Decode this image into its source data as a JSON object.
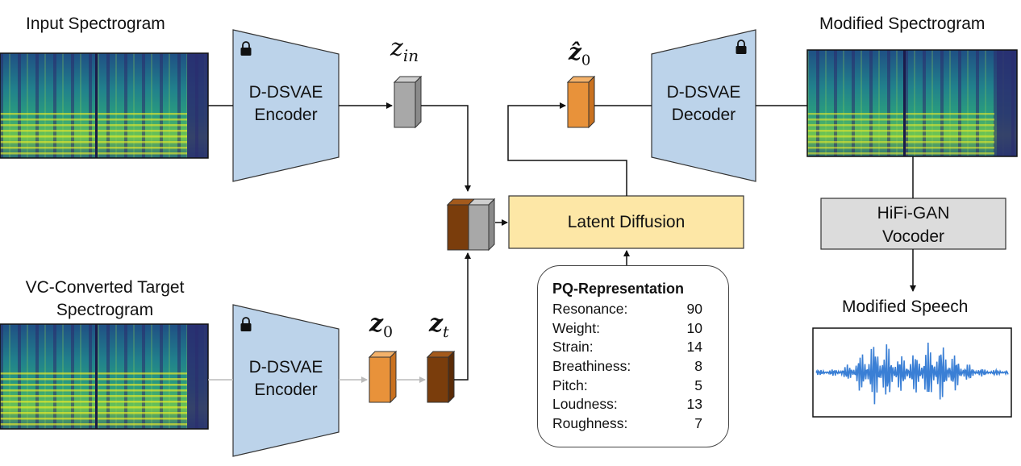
{
  "labels": {
    "input_spectrogram": "Input Spectrogram",
    "target_spectrogram_line1": "VC-Converted Target",
    "target_spectrogram_line2": "Spectrogram",
    "modified_spectrogram": "Modified Spectrogram",
    "modified_speech": "Modified Speech"
  },
  "blocks": {
    "encoder_top_line1": "D-DSVAE",
    "encoder_top_line2": "Encoder",
    "encoder_bottom_line1": "D-DSVAE",
    "encoder_bottom_line2": "Encoder",
    "decoder_line1": "D-DSVAE",
    "decoder_line2": "Decoder",
    "latent_diffusion": "Latent Diffusion",
    "vocoder_line1": "HiFi-GAN",
    "vocoder_line2": "Vocoder"
  },
  "latents": {
    "z_in": "z",
    "z_in_sub": "in",
    "z0_hat": "ẑ",
    "z0_hat_sub": "0",
    "z0": "z",
    "z0_sub": "0",
    "zt": "z",
    "zt_sub": "t"
  },
  "pq": {
    "title": "PQ-Representation",
    "rows": [
      {
        "name": "Resonance:",
        "value": "90"
      },
      {
        "name": "Weight:",
        "value": "10"
      },
      {
        "name": "Strain:",
        "value": "14"
      },
      {
        "name": "Breathiness:",
        "value": "8"
      },
      {
        "name": "Pitch:",
        "value": "5"
      },
      {
        "name": "Loudness:",
        "value": "13"
      },
      {
        "name": "Roughness:",
        "value": "7"
      }
    ]
  },
  "colors": {
    "block_blue": "#bcd3ea",
    "diffusion_yellow": "#fde7a6",
    "vocoder_gray": "#dcdcdc",
    "latent_gray": "#a8a8a8",
    "latent_orange": "#e8923a",
    "latent_brown": "#7a3d0c",
    "waveform": "#3a7fd5"
  },
  "icons": [
    "lock-icon"
  ]
}
